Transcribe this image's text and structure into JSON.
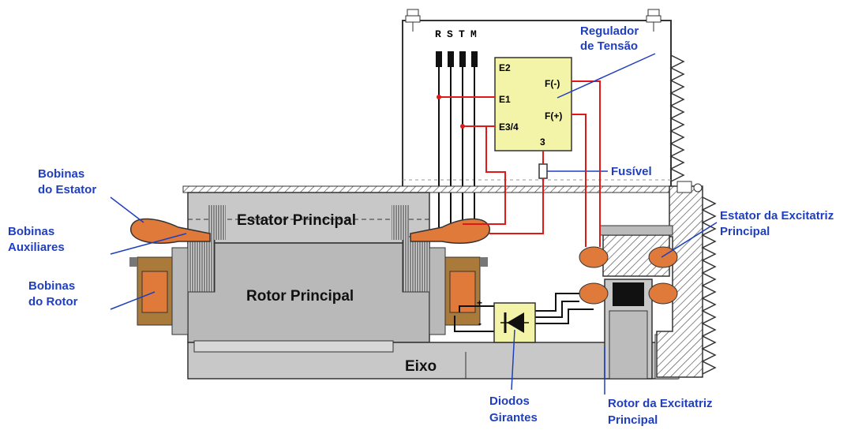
{
  "colors": {
    "callout_text": "#1f3fbf",
    "wire_red": "#e01818",
    "coil_orange": "#e07a3a",
    "regulator_yellow": "#f4f4a8",
    "machine_gray": "#c8c8c8",
    "rotor_body_gray": "#b9b9b9"
  },
  "phase_terminals": [
    "R",
    "S",
    "T",
    "M"
  ],
  "regulator": {
    "title_line1": "Regulador",
    "title_line2": "de Tensão",
    "terminals": {
      "e2": "E2",
      "e1": "E1",
      "e34": "E3/4",
      "f_neg": "F(-)",
      "f_pos": "F(+)",
      "t3": "3"
    }
  },
  "callouts": {
    "fusivel": "Fusível",
    "bobinas_estator_1": "Bobinas",
    "bobinas_estator_2": "do Estator",
    "bobinas_aux_1": "Bobinas",
    "bobinas_aux_2": "Auxiliares",
    "bobinas_rotor_1": "Bobinas",
    "bobinas_rotor_2": "do Rotor",
    "estator_exc_1": "Estator da Excitatriz",
    "estator_exc_2": "Principal",
    "diodos_1": "Diodos",
    "diodos_2": "Girantes",
    "rotor_exc_1": "Rotor da Excitatriz",
    "rotor_exc_2": "Principal"
  },
  "machine": {
    "estator_principal": "Estator Principal",
    "rotor_principal": "Rotor Principal",
    "eixo": "Eixo"
  },
  "diode_signs": {
    "plus": "+",
    "minus": "-"
  }
}
